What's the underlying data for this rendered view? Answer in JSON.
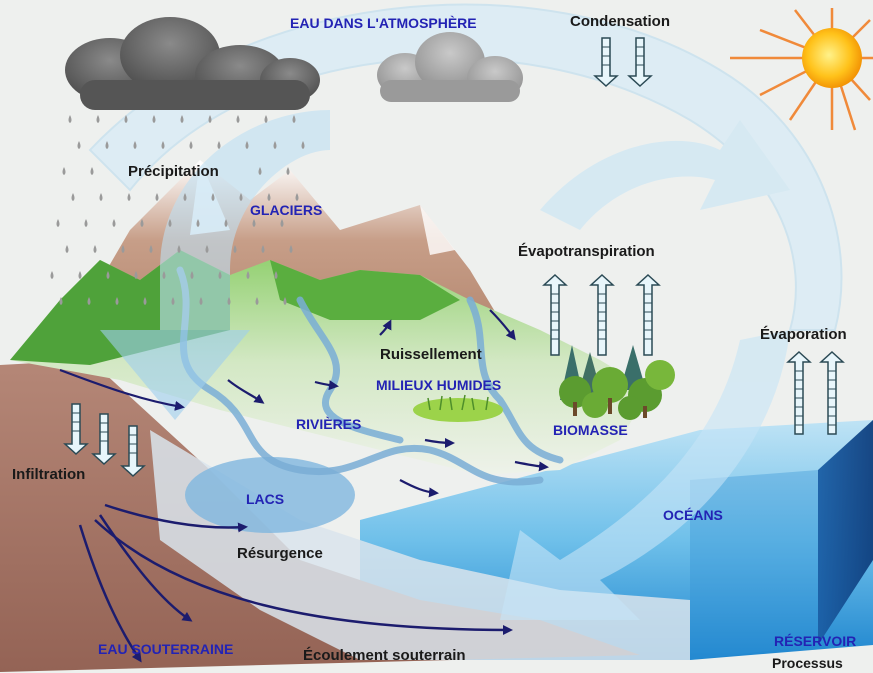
{
  "reservoirs": {
    "atmosphere": "EAU DANS L'ATMOSPHÈRE",
    "glaciers": "GLACIERS",
    "wetlands": "MILIEUX HUMIDES",
    "rivers": "RIVIÈRES",
    "biomass": "BIOMASSE",
    "lakes": "LACS",
    "oceans": "OCÉANS",
    "groundwater": "EAU SOUTERRAINE"
  },
  "processes": {
    "condensation": "Condensation",
    "precipitation": "Précipitation",
    "evapotranspiration": "Évapotranspiration",
    "runoff": "Ruissellement",
    "evaporation": "Évaporation",
    "infiltration": "Infiltration",
    "resurgence": "Résurgence",
    "groundwater_flow": "Écoulement souterrain"
  },
  "legend": {
    "reservoir": "RÉSERVOIR",
    "process": "Processus"
  },
  "colors": {
    "reservoir_text": "#2323b4",
    "process_text": "#1a1a1a",
    "ocean": "#2a8fd0",
    "land": "#a9786a",
    "vegetation": "#56a83e",
    "cycle_arrow": "#c8e6f5"
  }
}
